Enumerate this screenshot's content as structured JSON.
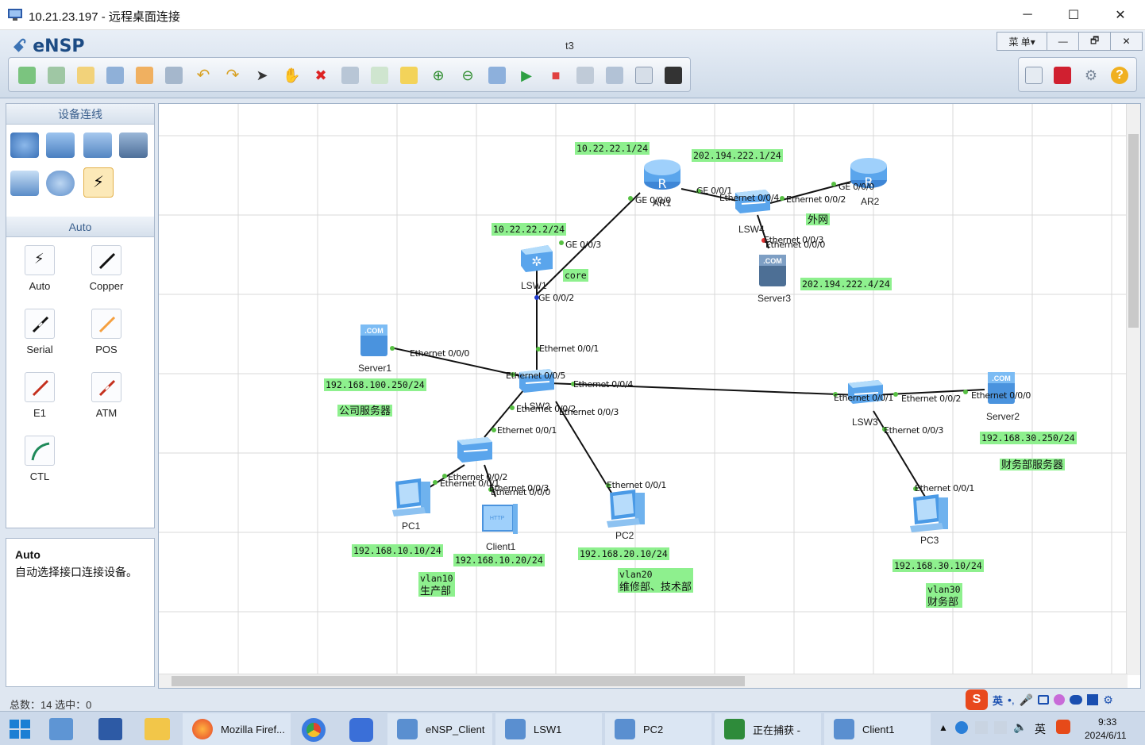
{
  "rdp": {
    "title": "10.21.23.197 - 远程桌面连接",
    "min": "─",
    "max": "☐",
    "close": "✕"
  },
  "app": {
    "logo": "eNSP",
    "doc_title": "t3",
    "menu": "菜 单▾",
    "win_min": "—",
    "win_restore": "🗗",
    "win_close": "✕"
  },
  "left": {
    "device_header": "设备连线",
    "auto_header": "Auto",
    "tools": [
      "Auto",
      "Copper",
      "Serial",
      "POS",
      "E1",
      "ATM",
      "CTL"
    ],
    "desc_title": "Auto",
    "desc_text": "自动选择接口连接设备。"
  },
  "status": "总数：14 选中：0",
  "devices": {
    "AR1": "AR1",
    "AR2": "AR2",
    "LSW1": "LSW1",
    "LSW2": "LSW2",
    "LSW3": "LSW3",
    "LSW4": "LSW4",
    "Server1": "Server1",
    "Server2": "Server2",
    "Server3": "Server3",
    "PC1": "PC1",
    "PC2": "PC2",
    "PC3": "PC3",
    "Client1": "Client1"
  },
  "ports": {
    "ar1_ge000": "GE 0/0/0",
    "ar1_ge001": "GE 0/0/1",
    "ar2_ge000": "GE 0/0/0",
    "lsw4_e004": "Ethernet 0/0/4",
    "lsw4_e002": "Ethernet 0/0/2",
    "lsw4_e003": "Ethernet 0/0/3",
    "srv3_e000": "Ethernet 0/0/0",
    "lsw1_ge003": "GE 0/0/3",
    "lsw1_ge002": "GE 0/0/2",
    "lsw2_e001a": "Ethernet 0/0/1",
    "lsw2_e005": "Ethernet 0/0/5",
    "lsw2_e004": "Ethernet 0/0/4",
    "lsw2_e002": "Ethernet 0/0/2",
    "lsw2_e003": "Ethernet 0/0/3",
    "srv1_e000": "Ethernet 0/0/0",
    "acc_e001": "Ethernet 0/0/1",
    "acc_e002": "Ethernet 0/0/2",
    "acc_e003": "Ethernet 0/0/3",
    "pc1_e001": "Ethernet 0/0/1",
    "cli_e000": "Ethernet 0/0/0",
    "pc2_e001": "Ethernet 0/0/1",
    "lsw3_e001": "Ethernet 0/0/1",
    "lsw3_e002": "Ethernet 0/0/2",
    "lsw3_e003": "Ethernet 0/0/3",
    "srv2_e000": "Ethernet 0/0/0",
    "pc3_e001": "Ethernet 0/0/1"
  },
  "ips": {
    "ar1_lan": "10.22.22.1/24",
    "ar1_wan": "202.194.222.1/24",
    "lsw1_ip": "10.22.22.2/24",
    "srv3_ip": "202.194.222.4/24",
    "srv1_ip": "192.168.100.250/24",
    "srv2_ip": "192.168.30.250/24",
    "pc1_ip": "192.168.10.10/24",
    "cli_ip": "192.168.10.20/24",
    "pc2_ip": "192.168.20.10/24",
    "pc3_ip": "192.168.30.10/24"
  },
  "notes": {
    "core": "core",
    "waiwang": "外网",
    "srv1_note": "公司服务器",
    "srv2_note": "财务部服务器",
    "vlan10": "vlan10",
    "vlan10_dept": "生产部",
    "vlan20": "vlan20",
    "vlan20_dept": "维修部、技术部",
    "vlan30": "vlan30",
    "vlan30_dept": "财务部"
  },
  "taskbar": {
    "apps": [
      "Mozilla Firef...",
      "eNSP_Client",
      "LSW1",
      "PC2",
      "正在捕获 -",
      "Client1"
    ],
    "time": "9:33",
    "date": "2024/6/11",
    "ime": "英",
    "ime2": "英"
  }
}
